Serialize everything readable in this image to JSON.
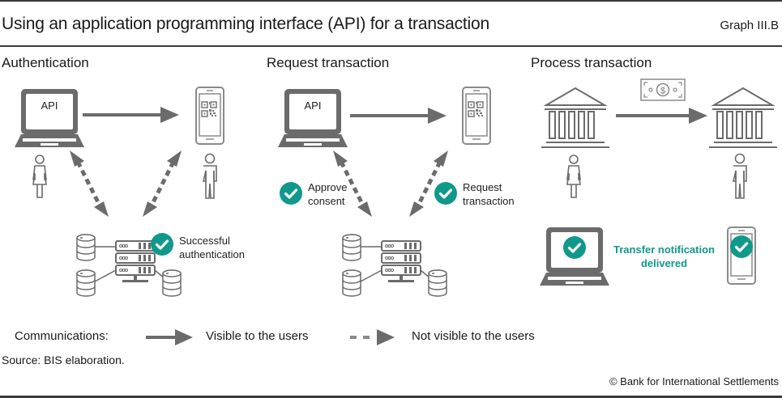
{
  "header": {
    "title": "Using an application programming interface (API) for a transaction",
    "graph_id": "Graph III.B"
  },
  "sections": [
    {
      "title": "Authentication",
      "laptop_label": "API",
      "checks": [
        {
          "label_line1": "Successful",
          "label_line2": "authentication"
        }
      ]
    },
    {
      "title": "Request transaction",
      "laptop_label": "API",
      "checks": [
        {
          "label_line1": "Approve",
          "label_line2": "consent"
        },
        {
          "label_line1": "Request",
          "label_line2": "transaction"
        }
      ]
    },
    {
      "title": "Process transaction",
      "notification_line1": "Transfer notification",
      "notification_line2": "delivered",
      "money_symbol": "$"
    }
  ],
  "legend": {
    "label": "Communications:",
    "solid": "Visible to the users",
    "dashed": "Not visible to the users"
  },
  "footer": {
    "source": "Source: BIS elaboration.",
    "copyright": "© Bank for International Settlements"
  },
  "colors": {
    "icon_gray": "#6b6b6b",
    "accent_teal": "#10998a"
  }
}
